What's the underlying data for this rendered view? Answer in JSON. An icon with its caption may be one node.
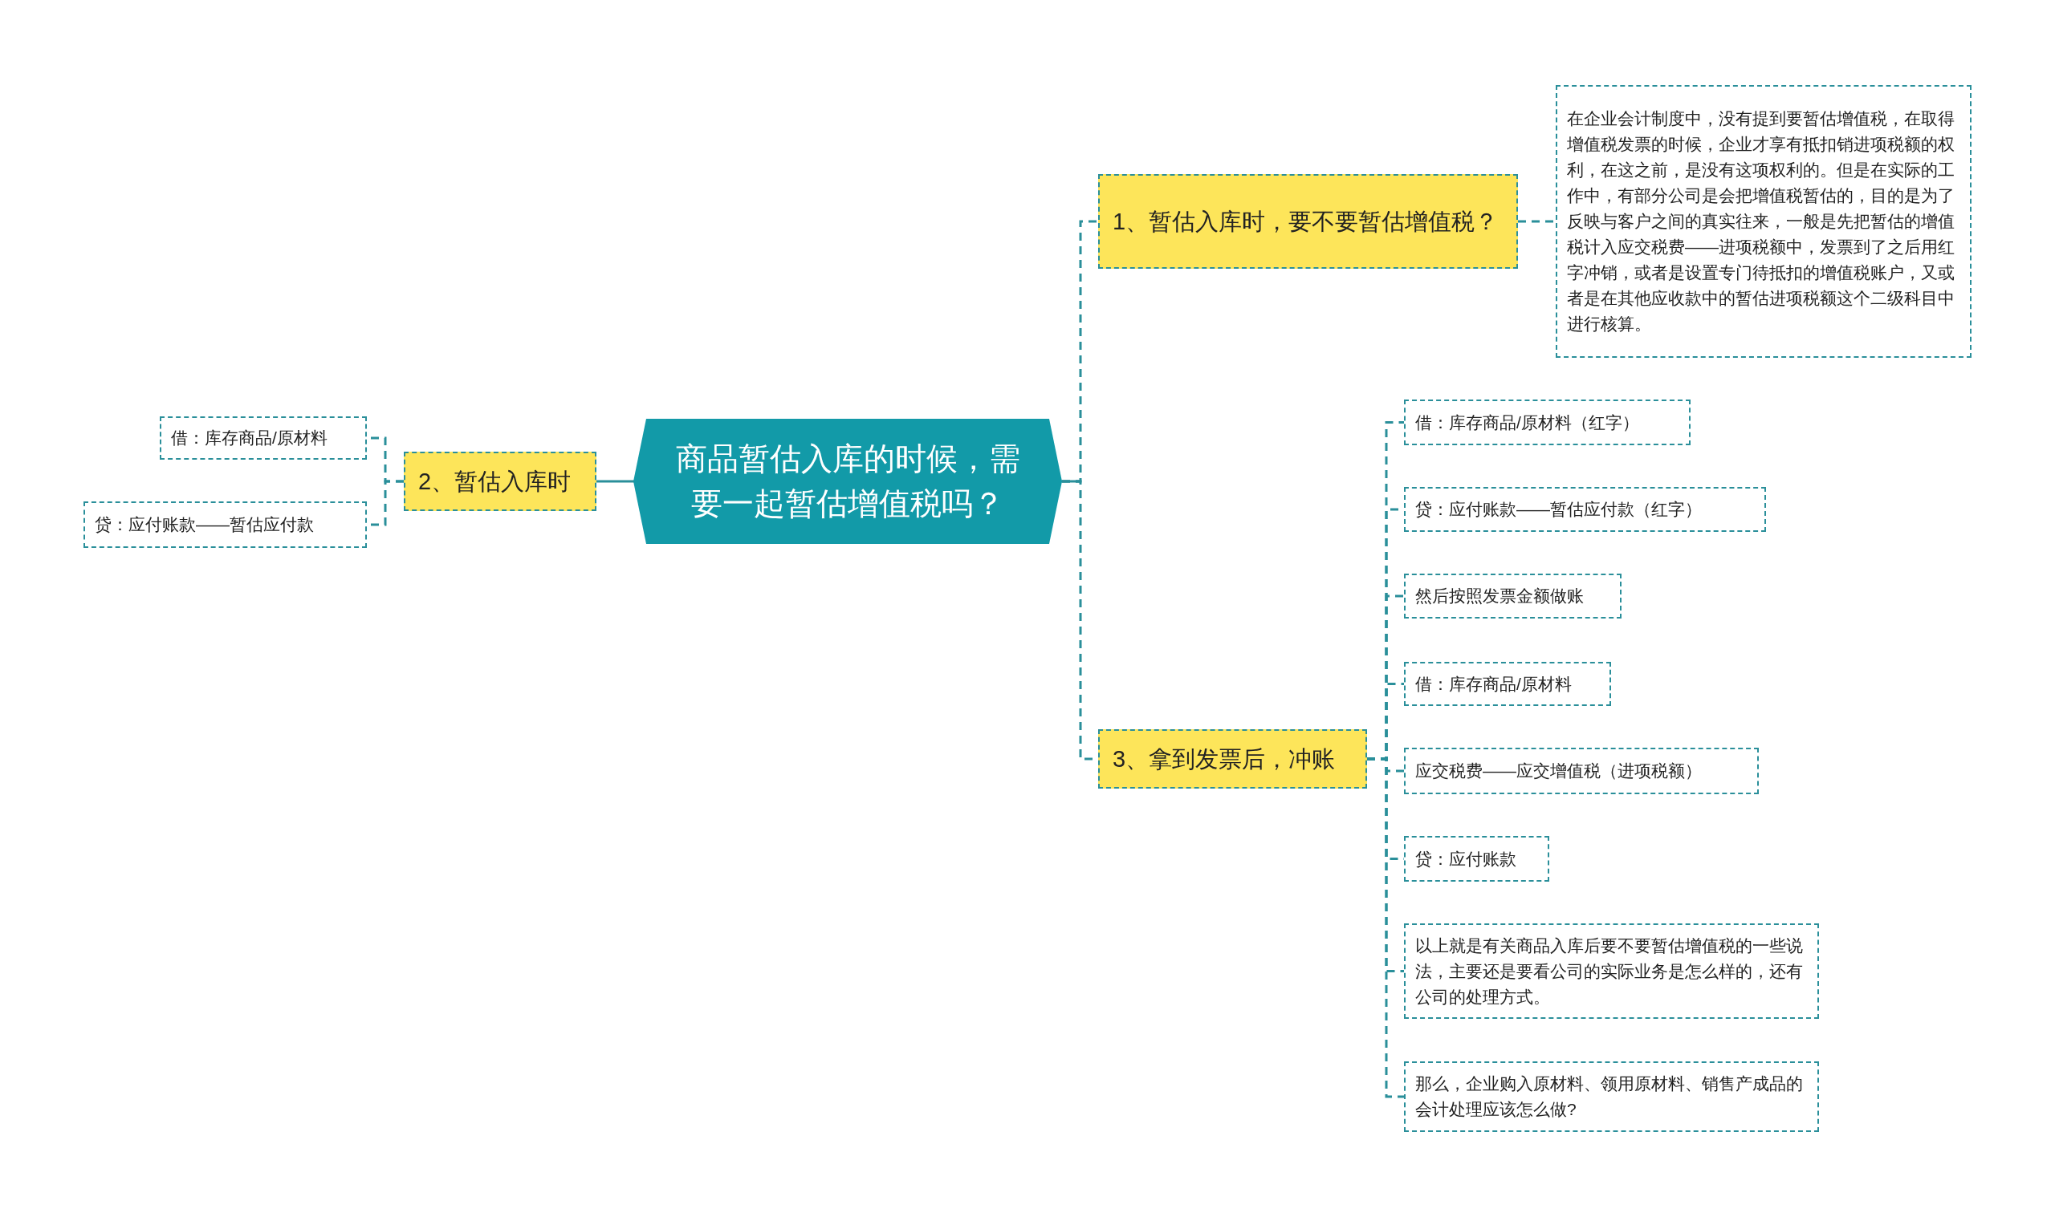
{
  "diagram": {
    "nodes": [
      {
        "text": [
          "商品暂估入库的时候，需要一起暂估增值税吗？"
        ]
      },
      {
        "text": [
          "1、暂估入库时，要不要暂估增值税？"
        ]
      },
      {
        "text": [
          "在企业会计制度中，没有提到要暂估增值税，在取得增值税发票的时候，企业才享有抵扣销进项税额的权利，在这之前，是没有这项权利的。但是在实际的工作中，有部分公司是会把增值税暂估的，目的是为了反映与客户之间的真实往来，一般是先把暂估的增值税计入应交税费——进项税额中，发票到了之后用红字冲销，或者是设置专门待抵扣的增值税账户，又或者是在其他应收款中的暂估进项税额这个二级科目中进行核算。"
        ]
      },
      {
        "text": [
          "2、暂估入库时"
        ]
      },
      {
        "text": [
          "借：库存商品/原材料"
        ]
      },
      {
        "text": [
          "贷：应付账款——暂估应付款"
        ]
      },
      {
        "text": [
          "3、拿到发票后，冲账"
        ]
      },
      {
        "text": [
          "借：库存商品/原材料（红字）"
        ]
      },
      {
        "text": [
          "贷：应付账款——暂估应付款（红字）"
        ]
      },
      {
        "text": [
          "然后按照发票金额做账"
        ]
      },
      {
        "text": [
          "借：库存商品/原材料"
        ]
      },
      {
        "text": [
          "应交税费——应交增值税（进项税额）"
        ]
      },
      {
        "text": [
          "贷：应付账款"
        ]
      },
      {
        "text": [
          "以上就是有关商品入库后要不要暂估增值税的一些说法，主要还是要看公司的实际业务是怎么样的，还有公司的处理方式。"
        ]
      },
      {
        "text": [
          "那么，企业购入原材料、领用原材料、销售产成品的会计处理应该怎么做?"
        ]
      }
    ],
    "edges": [
      {
        "from": 0,
        "to": 1,
        "arrow": "none",
        "style": "dashed"
      },
      {
        "from": 1,
        "to": 2,
        "arrow": "none",
        "style": "dashed"
      },
      {
        "from": 0,
        "to": 3,
        "arrow": "none"
      },
      {
        "from": 3,
        "to": 4,
        "arrow": "none",
        "style": "dashed"
      },
      {
        "from": 3,
        "to": 5,
        "arrow": "none",
        "style": "dashed"
      },
      {
        "from": 0,
        "to": 6,
        "arrow": "none",
        "style": "dashed"
      },
      {
        "from": 6,
        "to": 7,
        "arrow": "none",
        "style": "dashed"
      },
      {
        "from": 6,
        "to": 8,
        "arrow": "none",
        "style": "dashed"
      },
      {
        "from": 6,
        "to": 9,
        "arrow": "none",
        "style": "dashed"
      },
      {
        "from": 6,
        "to": 10,
        "arrow": "none",
        "style": "dashed"
      },
      {
        "from": 6,
        "to": 11,
        "arrow": "none",
        "style": "dashed"
      },
      {
        "from": 6,
        "to": 12,
        "arrow": "none",
        "style": "dashed"
      },
      {
        "from": 6,
        "to": 13,
        "arrow": "none",
        "style": "dashed"
      },
      {
        "from": 6,
        "to": 14,
        "arrow": "none",
        "style": "dashed"
      }
    ]
  }
}
